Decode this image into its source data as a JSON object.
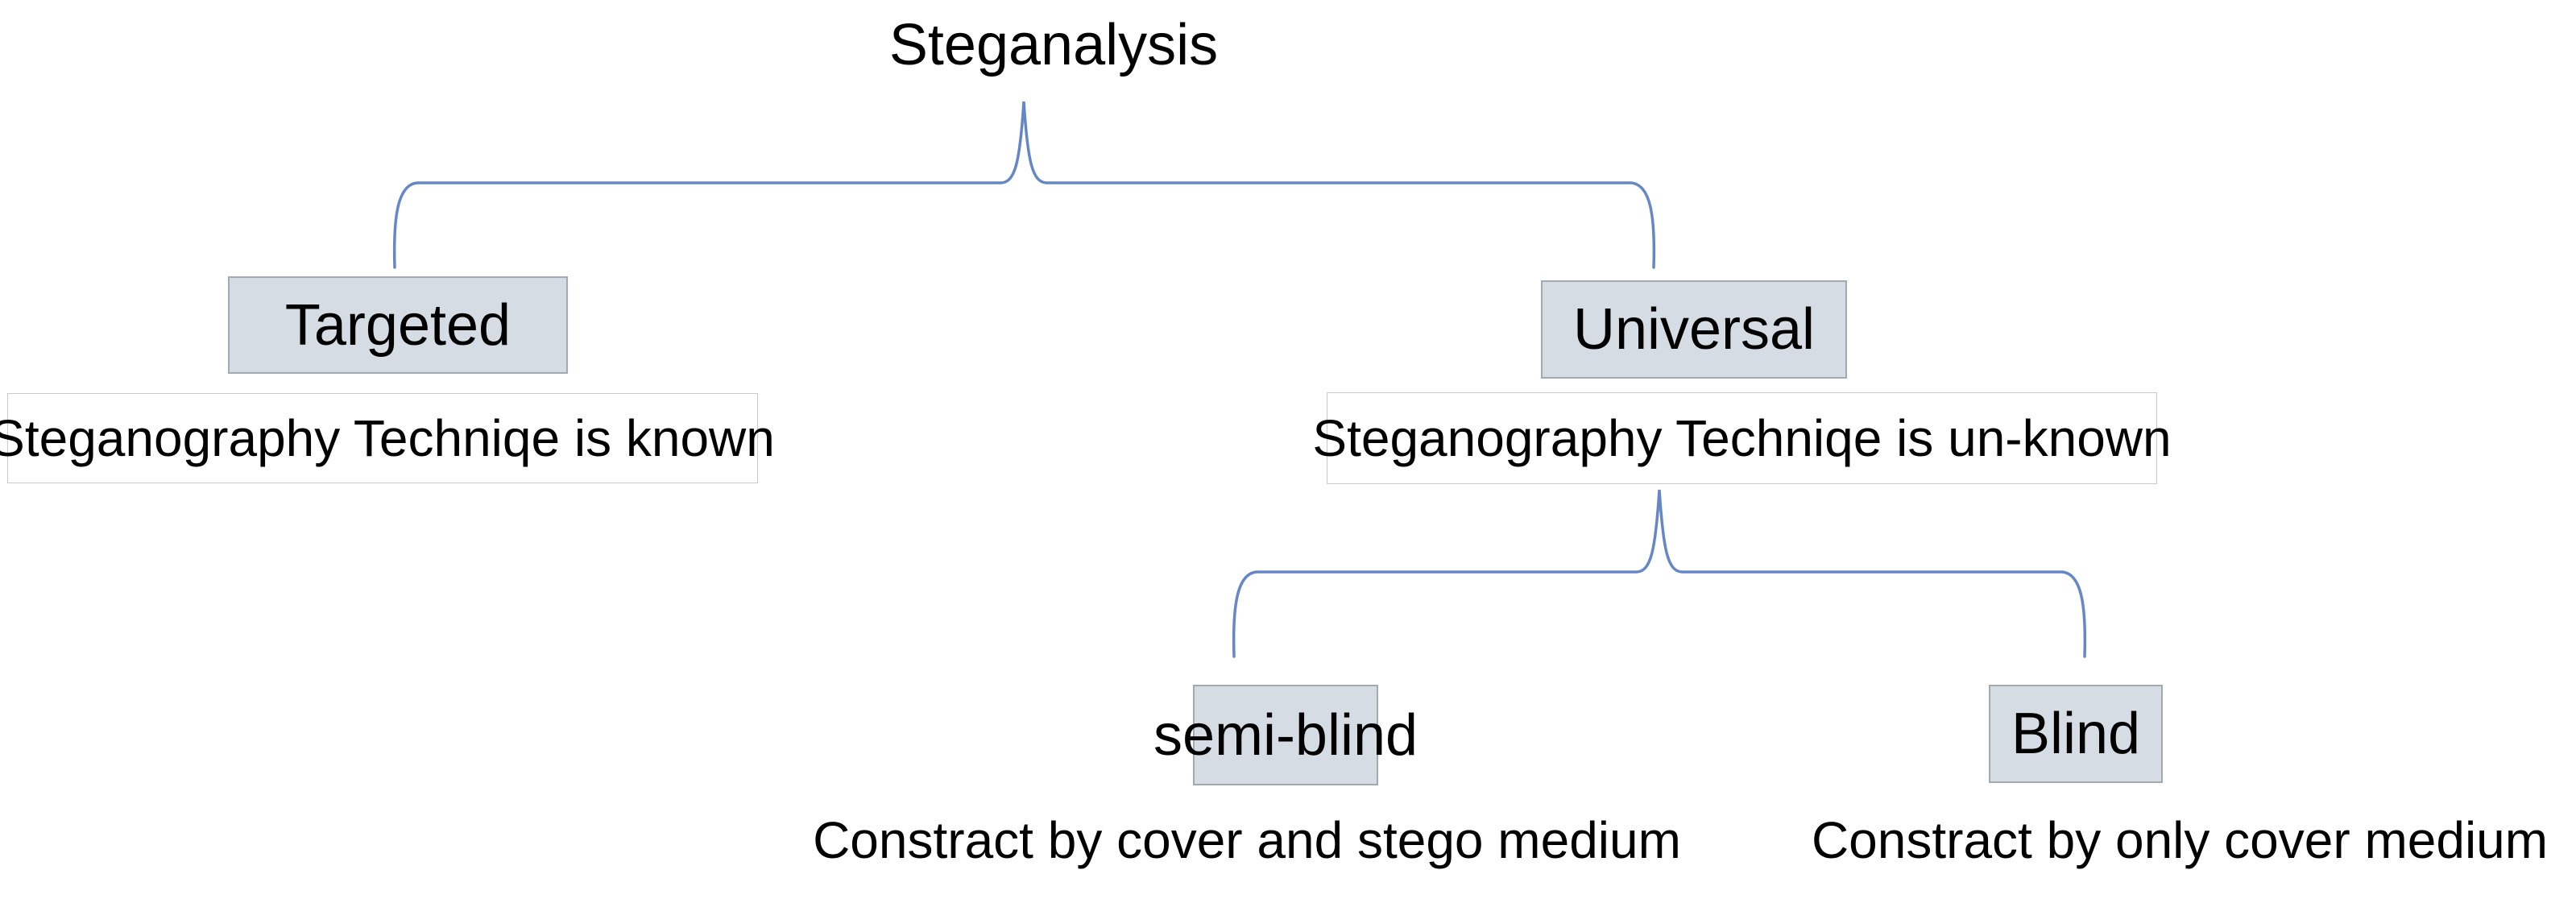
{
  "title": "Steganalysis",
  "colors": {
    "background": "#ffffff",
    "node_fill": "#d6dce4",
    "node_border": "#a3a9b3",
    "desc_border": "#c6cacf",
    "brace": "#6687c5",
    "text": "#000000"
  },
  "branches": [
    {
      "label": "Targeted",
      "description": "Steganography Techniqe is known"
    },
    {
      "label": "Universal",
      "description": "Steganography Techniqe is un-known",
      "children": [
        {
          "label": "semi-blind",
          "caption": "Constract by cover and stego medium"
        },
        {
          "label": "Blind",
          "caption": "Constract by only cover medium"
        }
      ]
    }
  ]
}
